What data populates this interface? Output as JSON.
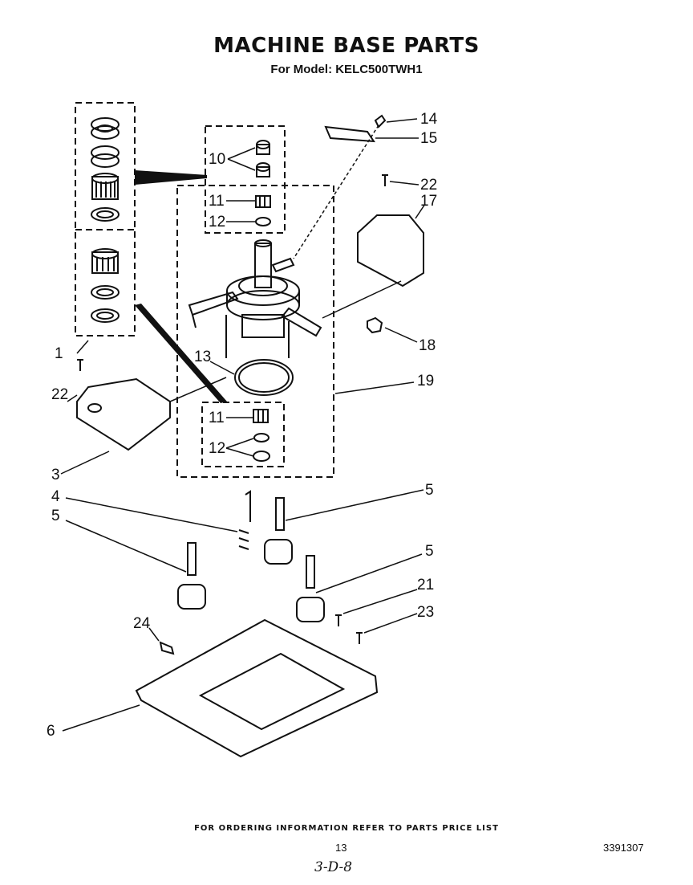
{
  "header": {
    "title": "MACHINE BASE PARTS",
    "model_line": "For Model: KELC500TWH1"
  },
  "callouts": {
    "c1": "1",
    "c3": "3",
    "c4": "4",
    "c5a": "5",
    "c5b": "5",
    "c5c": "5",
    "c6": "6",
    "c10": "10",
    "c11a": "11",
    "c11b": "11",
    "c12a": "12",
    "c12b": "12",
    "c13": "13",
    "c14": "14",
    "c15": "15",
    "c17": "17",
    "c18": "18",
    "c19": "19",
    "c21": "21",
    "c22a": "22",
    "c22b": "22",
    "c23": "23",
    "c24": "24"
  },
  "footer": {
    "ordering_info": "FOR ORDERING INFORMATION REFER TO PARTS PRICE LIST",
    "page_number": "13",
    "document_number": "3391307",
    "handwritten_note": "3-D-8"
  }
}
